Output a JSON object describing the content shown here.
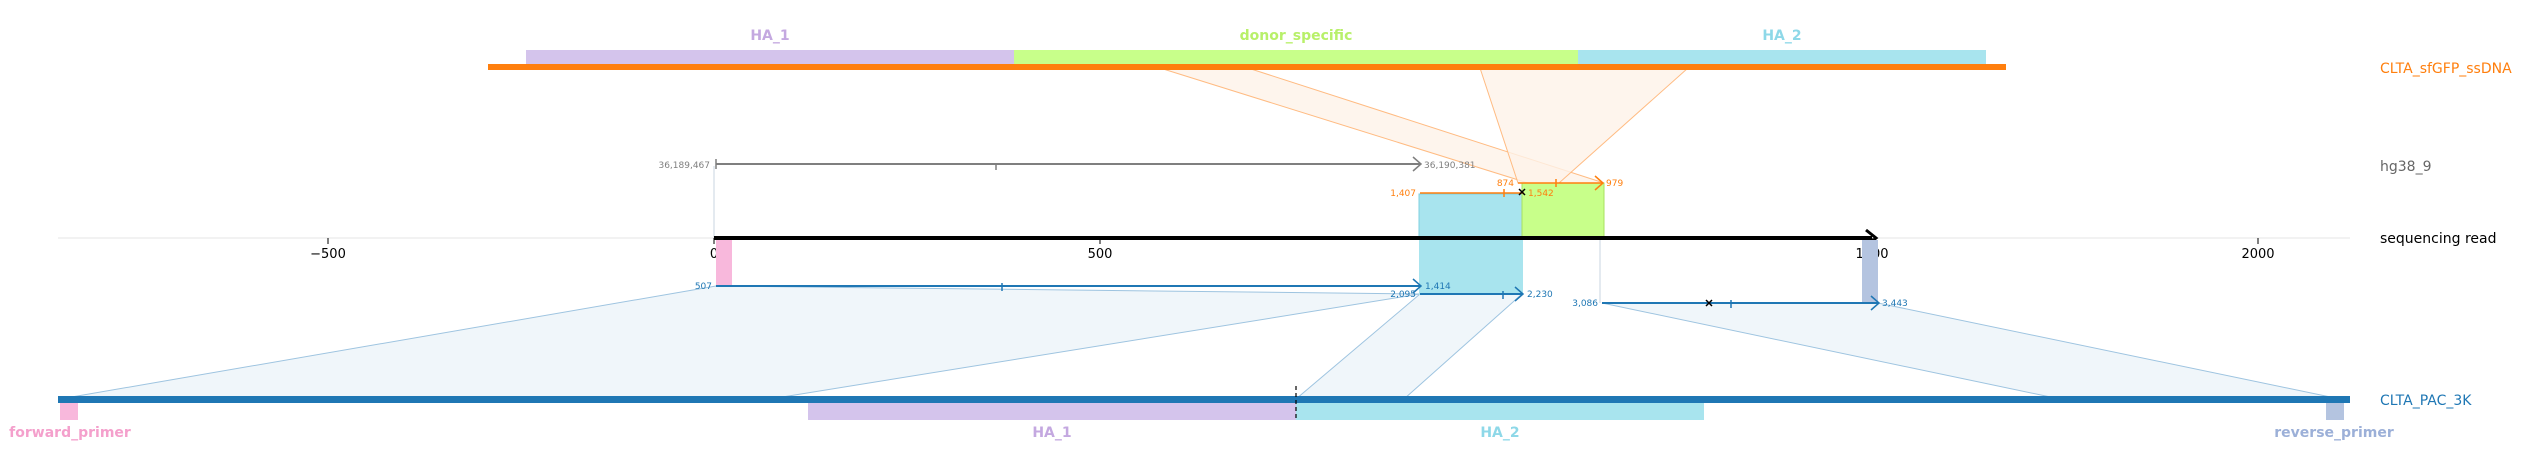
{
  "labels": {
    "ssdna": "CLTA_sfGFP_ssDNA",
    "genome": "hg38_9",
    "read": "sequencing read",
    "amplicon": "CLTA_PAC_3K"
  },
  "ssdna_features": [
    {
      "name": "HA_1",
      "color": "#d4c4ec",
      "text_color": "#c4a8e0"
    },
    {
      "name": "donor_specific",
      "color": "#c8ff8a",
      "text_color": "#b8f06a"
    },
    {
      "name": "HA_2",
      "color": "#a8e4ee",
      "text_color": "#8ed8e8"
    }
  ],
  "amplicon_features": [
    {
      "name": "forward_primer",
      "color": "#f8b8dc",
      "text_color": "#f4a0cc"
    },
    {
      "name": "HA_1",
      "color": "#d4c4ec",
      "text_color": "#c4a8e0"
    },
    {
      "name": "HA_2",
      "color": "#a8e4ee",
      "text_color": "#8ed8e8"
    },
    {
      "name": "reverse_primer",
      "color": "#b4c4e0",
      "text_color": "#9cb0d8"
    }
  ],
  "read_axis": {
    "ticks": [
      -500,
      0,
      500,
      1000,
      1500,
      2000
    ]
  },
  "genome_alignment": {
    "start_label": "36,189,467",
    "end_label": "36,190,381"
  },
  "donor_alignments": [
    {
      "start_label": "1,407",
      "end_label": "1,542"
    },
    {
      "start_label": "874",
      "end_label": "979"
    }
  ],
  "amplicon_alignments": [
    {
      "start_label": "507",
      "end_label": "1,414"
    },
    {
      "start_label": "2,095",
      "end_label": "2,230"
    },
    {
      "start_label": "3,086",
      "end_label": "3,443"
    }
  ],
  "colors": {
    "ssdna_line": "#ff7f0e",
    "amplicon_line": "#1f77b4",
    "genome_line": "#7f7f7f",
    "read_line": "#000000",
    "label_grey": "#666666"
  }
}
